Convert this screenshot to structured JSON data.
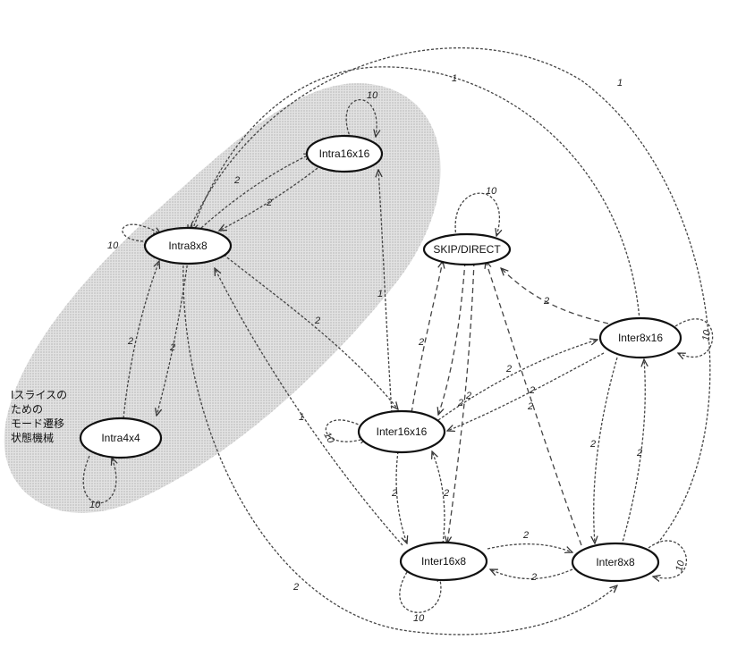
{
  "region": {
    "label_lines": [
      "Iスライスの",
      "ための",
      "モード遷移",
      "状態機械"
    ]
  },
  "nodes": {
    "intra16x16": "Intra16x16",
    "intra8x8": "Intra8x8",
    "intra4x4": "Intra4x4",
    "skip_direct": "SKIP/DIRECT",
    "inter8x16": "Inter8x16",
    "inter16x16": "Inter16x16",
    "inter16x8": "Inter16x8",
    "inter8x8": "Inter8x8"
  },
  "edges": [
    {
      "id": "loop-intra16x16",
      "from": "intra16x16",
      "to": "intra16x16",
      "label": "10"
    },
    {
      "id": "loop-intra8x8",
      "from": "intra8x8",
      "to": "intra8x8",
      "label": "10"
    },
    {
      "id": "loop-intra4x4",
      "from": "intra4x4",
      "to": "intra4x4",
      "label": "10"
    },
    {
      "id": "loop-skip",
      "from": "skip_direct",
      "to": "skip_direct",
      "label": "10"
    },
    {
      "id": "loop-inter8x16",
      "from": "inter8x16",
      "to": "inter8x16",
      "label": "10"
    },
    {
      "id": "loop-inter16x16",
      "from": "inter16x16",
      "to": "inter16x16",
      "label": "10"
    },
    {
      "id": "loop-inter16x8",
      "from": "inter16x8",
      "to": "inter16x8",
      "label": "10"
    },
    {
      "id": "loop-inter8x8",
      "from": "inter8x8",
      "to": "inter8x8",
      "label": "10"
    },
    {
      "id": "i8-i16-a",
      "from": "intra8x8",
      "to": "intra16x16",
      "label": "2"
    },
    {
      "id": "i16-i8-b",
      "from": "intra16x16",
      "to": "intra8x8",
      "label": "2"
    },
    {
      "id": "i8-i4-a",
      "from": "intra8x8",
      "to": "intra4x4",
      "label": "2"
    },
    {
      "id": "i4-i8-b",
      "from": "intra4x4",
      "to": "intra8x8",
      "label": "2"
    },
    {
      "id": "top-arc-1",
      "from": "inter8x16",
      "to": "intra8x8",
      "label": "1"
    },
    {
      "id": "top-arc-2",
      "from": "inter8x8",
      "to": "intra8x8",
      "label": "1"
    },
    {
      "id": "i8-inter16x16",
      "from": "intra8x8",
      "to": "inter16x16",
      "label": "2"
    },
    {
      "id": "i16-inter16x16",
      "from": "inter16x16",
      "to": "intra16x16",
      "label": "1"
    },
    {
      "id": "i8-inter16x8",
      "from": "inter16x8",
      "to": "intra8x8",
      "label": "1"
    },
    {
      "id": "bottom-arc",
      "from": "intra8x8",
      "to": "inter8x8",
      "label": "2"
    },
    {
      "id": "skip-inter16x16-a",
      "from": "inter16x16",
      "to": "skip_direct",
      "label": "2"
    },
    {
      "id": "skip-inter16x16-b",
      "from": "skip_direct",
      "to": "inter16x16",
      "label": "2"
    },
    {
      "id": "skip-inter8x16",
      "from": "inter8x16",
      "to": "skip_direct",
      "label": "2"
    },
    {
      "id": "skip-inter8x8",
      "from": "inter8x8",
      "to": "skip_direct",
      "label": "2"
    },
    {
      "id": "skip-inter16x8",
      "from": "skip_direct",
      "to": "inter16x8",
      "label": "2"
    },
    {
      "id": "inter16x16-inter8x16-a",
      "from": "inter16x16",
      "to": "inter8x16",
      "label": "2"
    },
    {
      "id": "inter16x16-inter8x16-b",
      "from": "inter8x16",
      "to": "inter16x16",
      "label": "2"
    },
    {
      "id": "inter16x16-inter16x8-a",
      "from": "inter16x16",
      "to": "inter16x8",
      "label": "2"
    },
    {
      "id": "inter16x16-inter16x8-b",
      "from": "inter16x8",
      "to": "inter16x16",
      "label": "2"
    },
    {
      "id": "inter16x8-inter8x8-a",
      "from": "inter16x8",
      "to": "inter8x8",
      "label": "2"
    },
    {
      "id": "inter16x8-inter8x8-b",
      "from": "inter8x8",
      "to": "inter16x8",
      "label": "2"
    },
    {
      "id": "inter8x16-inter8x8-a",
      "from": "inter8x16",
      "to": "inter8x8",
      "label": "2"
    },
    {
      "id": "inter8x16-inter8x8-b",
      "from": "inter8x8",
      "to": "inter8x16",
      "label": "2"
    }
  ]
}
